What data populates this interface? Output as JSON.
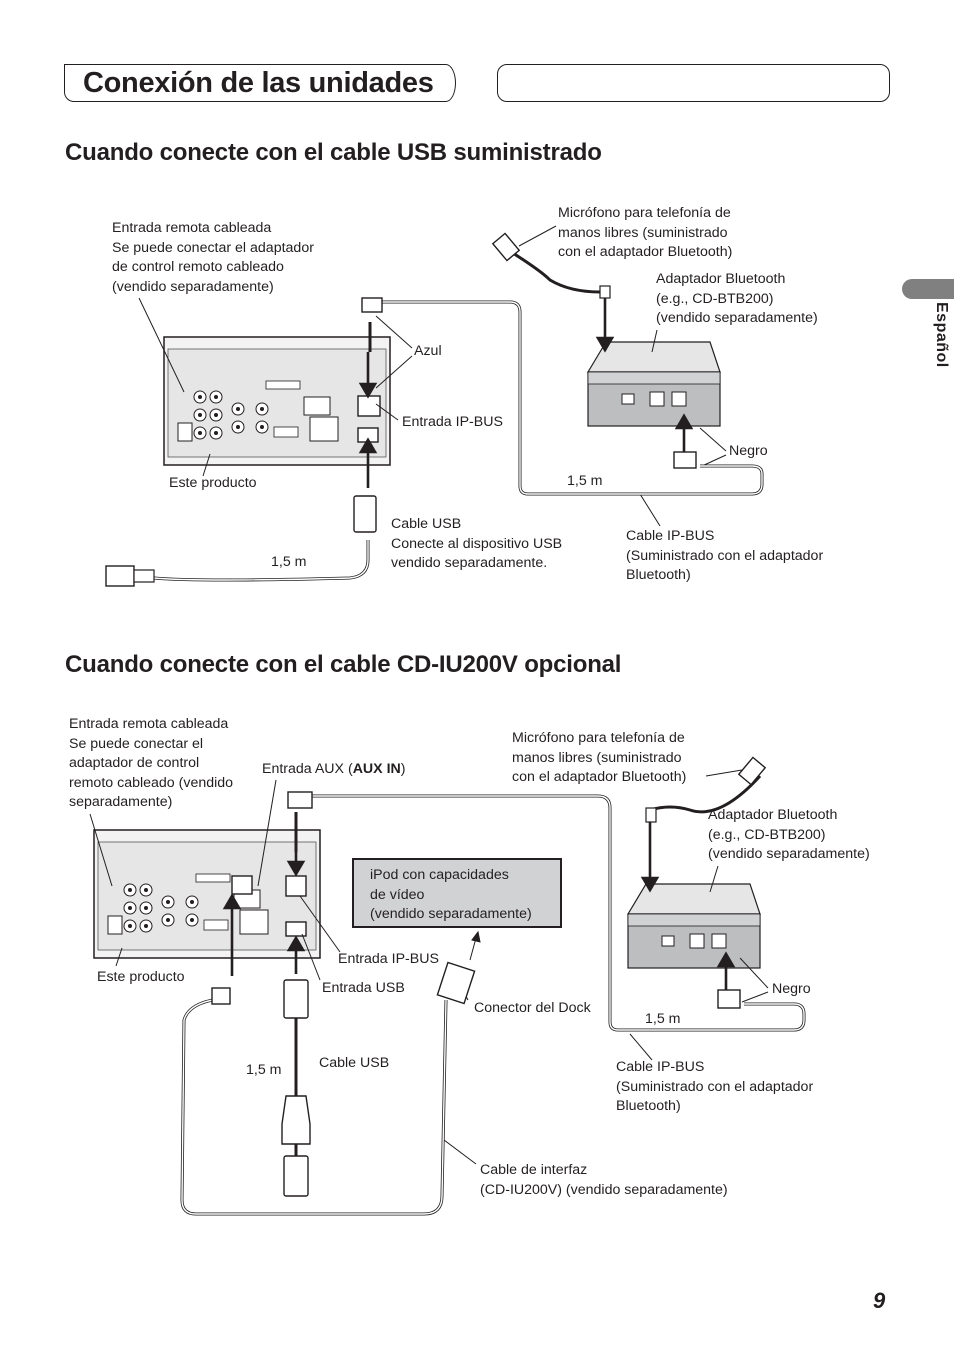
{
  "page": {
    "title": "Conexión de las unidades",
    "language_tab": "Español",
    "page_number": "9"
  },
  "section1": {
    "heading": "Cuando conecte con el cable USB suministrado",
    "labels": {
      "remote": "Entrada remota cableada\nSe puede conectar el adaptador\nde control remoto cableado\n(vendido separadamente)",
      "mic": "Micrófono para telefonía de\nmanos libres (suministrado\ncon el adaptador Bluetooth)",
      "bt_adapter": "Adaptador Bluetooth\n(e.g., CD-BTB200)\n(vendido separadamente)",
      "blue": "Azul",
      "ipbus_in": "Entrada IP-BUS",
      "black": "Negro",
      "this_product": "Este producto",
      "len_ipbus": "1,5 m",
      "usb_cable": "Cable USB\nConecte al dispositivo USB\nvendido separadamente.",
      "ipbus_cable": "Cable IP-BUS\n(Suministrado con el adaptador\nBluetooth)",
      "len_usb": "1,5 m"
    }
  },
  "section2": {
    "heading": "Cuando conecte con el cable CD-IU200V opcional",
    "labels": {
      "remote": "Entrada remota cableada\nSe puede conectar el\nadaptador de control\nremoto cableado (vendido\nseparadamente)",
      "aux_prefix": "Entrada AUX (",
      "aux_bold": "AUX IN",
      "aux_suffix": ")",
      "mic": "Micrófono para telefonía de\nmanos libres (suministrado\ncon el adaptador Bluetooth)",
      "bt_adapter": "Adaptador Bluetooth\n(e.g., CD-BTB200)\n(vendido separadamente)",
      "ipod": "iPod con capacidades\nde vídeo\n(vendido separadamente)",
      "ipbus_in": "Entrada IP-BUS",
      "this_product": "Este producto",
      "usb_in": "Entrada USB",
      "dock": "Conector del Dock",
      "black": "Negro",
      "len_ipbus": "1,5 m",
      "len_usb": "1,5 m",
      "usb_cable": "Cable USB",
      "ipbus_cable": "Cable IP-BUS\n(Suministrado con el adaptador\nBluetooth)",
      "interface_cable": "Cable de interfaz\n(CD-IU200V) (vendido separadamente)"
    }
  }
}
